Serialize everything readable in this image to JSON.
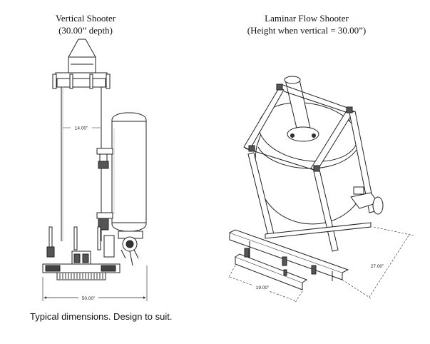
{
  "vertical_shooter": {
    "title": "Vertical Shooter",
    "subtitle": "(30.00” depth)",
    "dim_width": "14.00”",
    "dim_base": "50.00”"
  },
  "laminar_shooter": {
    "title": "Laminar Flow Shooter",
    "subtitle": "(Height when vertical = 30.00”)",
    "dim_depth": "27.00”",
    "dim_width": "19.00”"
  },
  "caption": "Typical dimensions. Design to suit."
}
